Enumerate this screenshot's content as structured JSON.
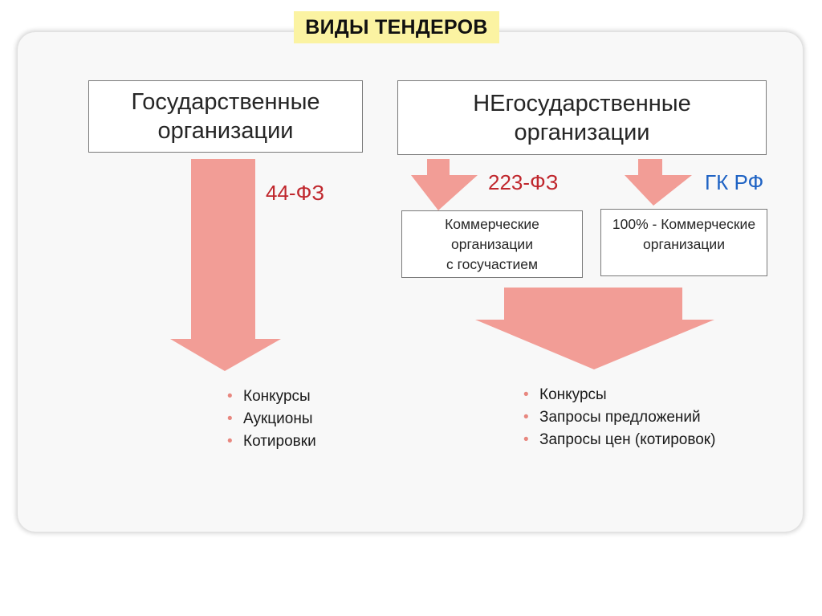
{
  "title": "ВИДЫ ТЕНДЕРОВ",
  "left": {
    "box_line1": "Государственные",
    "box_line2": "организации",
    "law": "44-ФЗ",
    "items": [
      "Конкурсы",
      "Аукционы",
      "Котировки"
    ]
  },
  "right": {
    "box_line1": "НЕгосударственные",
    "box_line2": "организации",
    "law_1": "223-ФЗ",
    "law_2": "ГК РФ",
    "sub_box_1": [
      "Коммерческие",
      "организации",
      "с госучастием"
    ],
    "sub_box_2": [
      "100% - Коммерческие",
      "организации"
    ],
    "items": [
      "Конкурсы",
      "Запросы предложений",
      "Запросы цен (котировок)"
    ]
  },
  "colors": {
    "arrow": "#f29d96",
    "law_red": "#c0272d",
    "law_blue": "#1f63c4",
    "title_highlight": "#fbf3a2"
  }
}
